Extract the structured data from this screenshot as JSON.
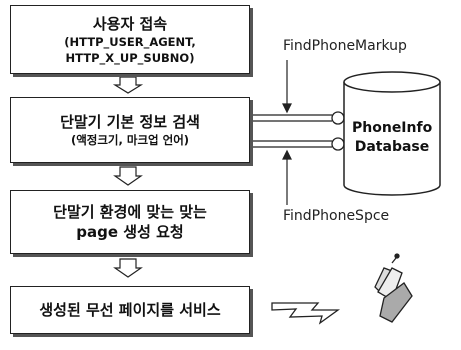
{
  "boxes": [
    {
      "title": "사용자 접속",
      "detail_lines": [
        "(HTTP_USER_AGENT,",
        "HTTP_X_UP_SUBNO)"
      ]
    },
    {
      "title": "단말기 기본 정보 검색",
      "detail_lines": [
        "(액정크기, 마크업 언어)"
      ]
    },
    {
      "title_lines": [
        "단말기 환경에 맞는 맞는",
        "page 생성 요청"
      ]
    },
    {
      "title": "생성된 무선 페이지를 서비스"
    }
  ],
  "labels": {
    "top_call": "FindPhoneMarkup",
    "bottom_call": "FindPhoneSpce"
  },
  "database": {
    "lines": [
      "PhoneInfo",
      "Database"
    ]
  },
  "icons": {
    "wireless": "lightning-bolt-icon",
    "device": "mobile-phone-icon"
  }
}
